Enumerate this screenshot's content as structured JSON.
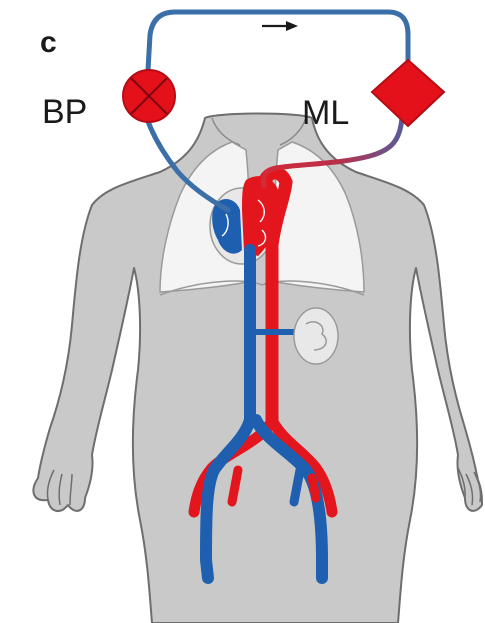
{
  "panel_letter": "c",
  "labels": {
    "pump": "BP",
    "membrane_lung": "ML"
  },
  "flow_direction_glyph": "→",
  "icons": {
    "pump": "circle-with-x-icon",
    "membrane_lung": "diamond-icon",
    "flow_arrow": "arrow-right-icon"
  },
  "colors": {
    "venous": "#1f5fb0",
    "venous_circuit": "#3a6fa8",
    "arterial": "#e3161e",
    "arterial_circuit": "#d22a3a",
    "body_fill": "#c9c9c9",
    "body_outline": "#6e6e6e",
    "lung_fill": "#f4f4f4",
    "pump_fill": "#e4101a",
    "oxygenator_fill": "#e4101a"
  }
}
